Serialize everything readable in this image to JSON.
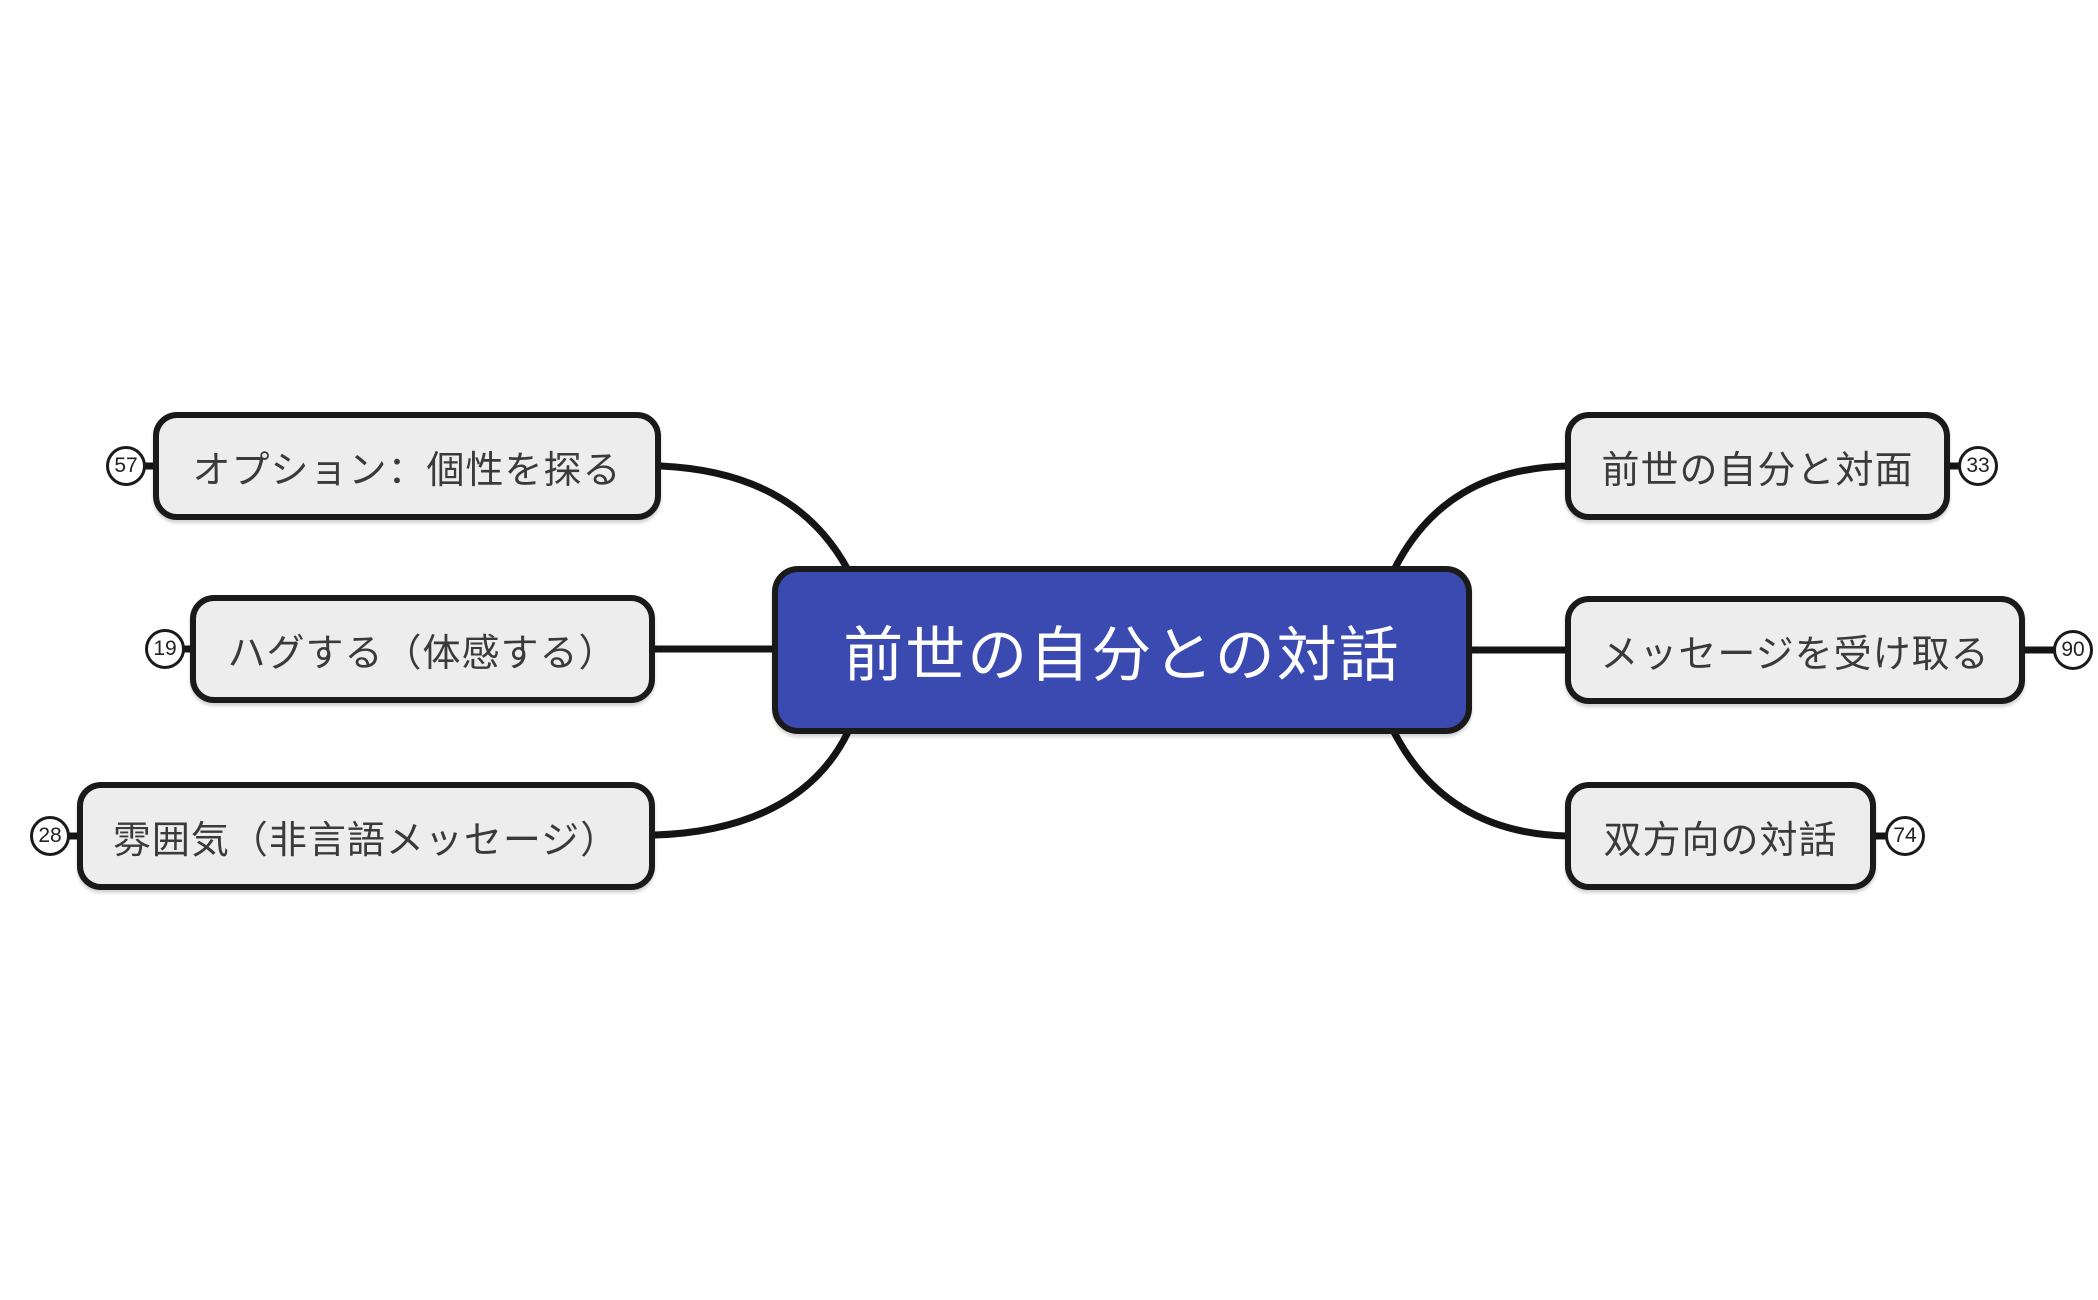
{
  "mindmap": {
    "root": {
      "label": "前世の自分との対話",
      "fill_color": "#3b4ab1",
      "text_color": "#ffffff",
      "border_color": "#1a1a1a"
    },
    "branches": {
      "left": [
        {
          "label": "オプション：個性を探る",
          "badge": "57"
        },
        {
          "label": "ハグする（体感する）",
          "badge": "19"
        },
        {
          "label": "雰囲気（非言語メッセージ）",
          "badge": "28"
        }
      ],
      "right": [
        {
          "label": "前世の自分と対面",
          "badge": "33"
        },
        {
          "label": "メッセージを受け取る",
          "badge": "90"
        },
        {
          "label": "双方向の対話",
          "badge": "74"
        }
      ]
    },
    "branch_style": {
      "fill_color": "#ededed",
      "text_color": "#3a3a3a",
      "border_color": "#1a1a1a"
    },
    "connector_color": "#141414",
    "background_color": "#ffffff"
  }
}
